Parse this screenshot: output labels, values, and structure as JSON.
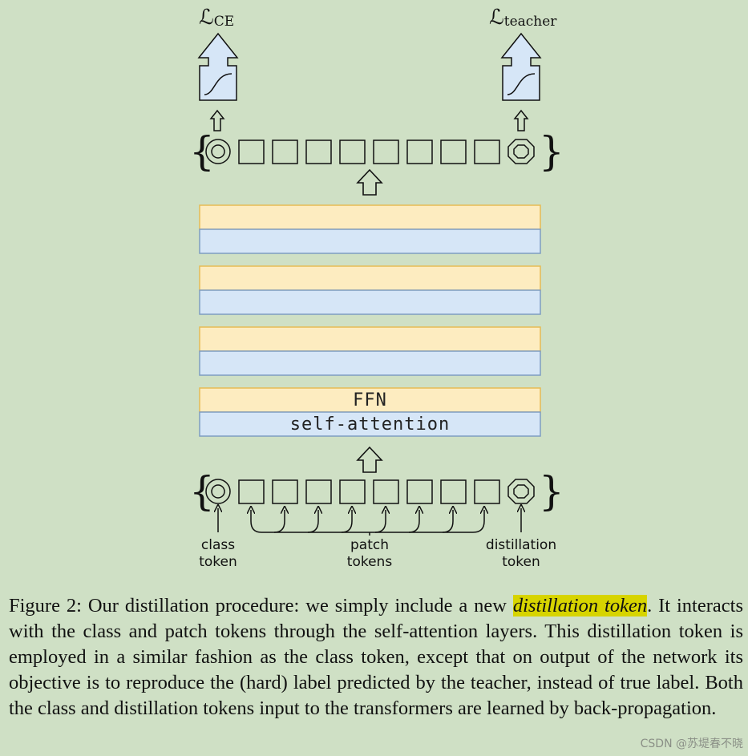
{
  "losses": {
    "left": {
      "symbol": "ℒ",
      "sub": "CE"
    },
    "right": {
      "symbol": "ℒ",
      "sub": "teacher"
    }
  },
  "layers": {
    "ffn_label": "FFN",
    "attn_label": "self-attention"
  },
  "tokens": {
    "class_label": [
      "class",
      "token"
    ],
    "patch_label": [
      "patch",
      "tokens"
    ],
    "distill_label": [
      "distillation",
      "token"
    ],
    "brace_open": "{",
    "brace_close": "}"
  },
  "colors": {
    "ffn": "#fdecc0",
    "ffn_border": "#e6bb55",
    "attn": "#d6e6f7",
    "attn_border": "#7f9dc2",
    "head": "#d6e6f7",
    "highlight": "#d7d400"
  },
  "caption": {
    "prefix": "Figure 2: Our distillation procedure: we simply include a new ",
    "highlight": "distillation token",
    "rest": ". It interacts with the class and patch tokens through the self-attention layers. This distillation token is employed in a similar fashion as the class token, except that on output of the network its objective is to reproduce the (hard) label predicted by the teacher, instead of true label. Both the class and distillation tokens input to the transformers are learned by back-propagation."
  },
  "watermark": "CSDN @苏堤春不晓"
}
